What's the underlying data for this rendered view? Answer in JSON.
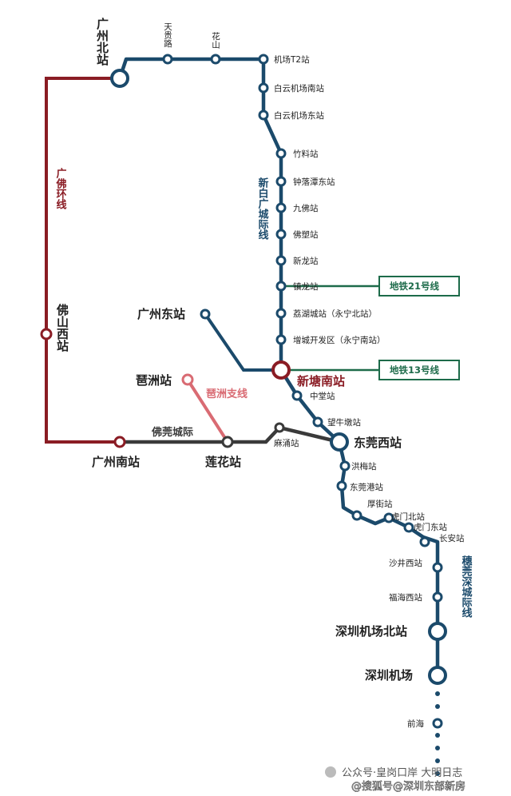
{
  "colors": {
    "xinbai": "#1b4a6b",
    "guangfo": "#8a1c24",
    "foguan": "#3a3a3a",
    "pizhou": "#d96b73",
    "suiguan": "#1b4a6b",
    "metro_badge": "#1d6b4a",
    "xintang_station": "#8a1c24"
  },
  "lines": {
    "xinbai": "新白广城际线",
    "guangfo": "广佛环线",
    "foguan": "佛莞城际",
    "pizhou": "琶洲支线",
    "suiguan": "穗莞深城际线"
  },
  "stations": {
    "guangzhou_north": "广州北站",
    "tiangui_road": "天贵路",
    "huashan": "花山",
    "airport_t2": "机场T2站",
    "baiyun_airport_south": "白云机场南站",
    "baiyun_airport_east": "白云机场东站",
    "zhuliao": "竹料站",
    "zhongluotan_east": "钟落潭东站",
    "jiufo": "九佛站",
    "fosu": "佛塑站",
    "xinlong": "新龙站",
    "zhenlong": "镇龙站",
    "lihucheng": "荔湖城站（永宁北站）",
    "zengcheng_kaifaqu": "增城开发区（永宁南站）",
    "xintang_south": "新塘南站",
    "zhongtang": "中堂站",
    "wangniudun": "望牛墩站",
    "dongguan_west": "东莞西站",
    "hongmei": "洪梅站",
    "dongguan_port": "东莞港站",
    "houjie": "厚街站",
    "humen_north": "虎门北站",
    "humen_east": "虎门东站",
    "changan": "长安站",
    "shajing_west": "沙井西站",
    "fuhai_west": "福海西站",
    "shenzhen_airport_north": "深圳机场北站",
    "shenzhen_airport": "深圳机场",
    "qianhai": "前海",
    "guangzhou_east": "广州东站",
    "pazhou": "琶洲站",
    "foshan_west": "佛山西站",
    "guangzhou_south": "广州南站",
    "lianhua": "莲花站",
    "machong": "麻涌站"
  },
  "badges": {
    "metro21": "地铁21号线",
    "metro13": "地铁13号线"
  },
  "watermark": {
    "line1": "公众号·皇岗口岸 大明日志",
    "line2": "@搜狐号@深圳东部新房"
  }
}
